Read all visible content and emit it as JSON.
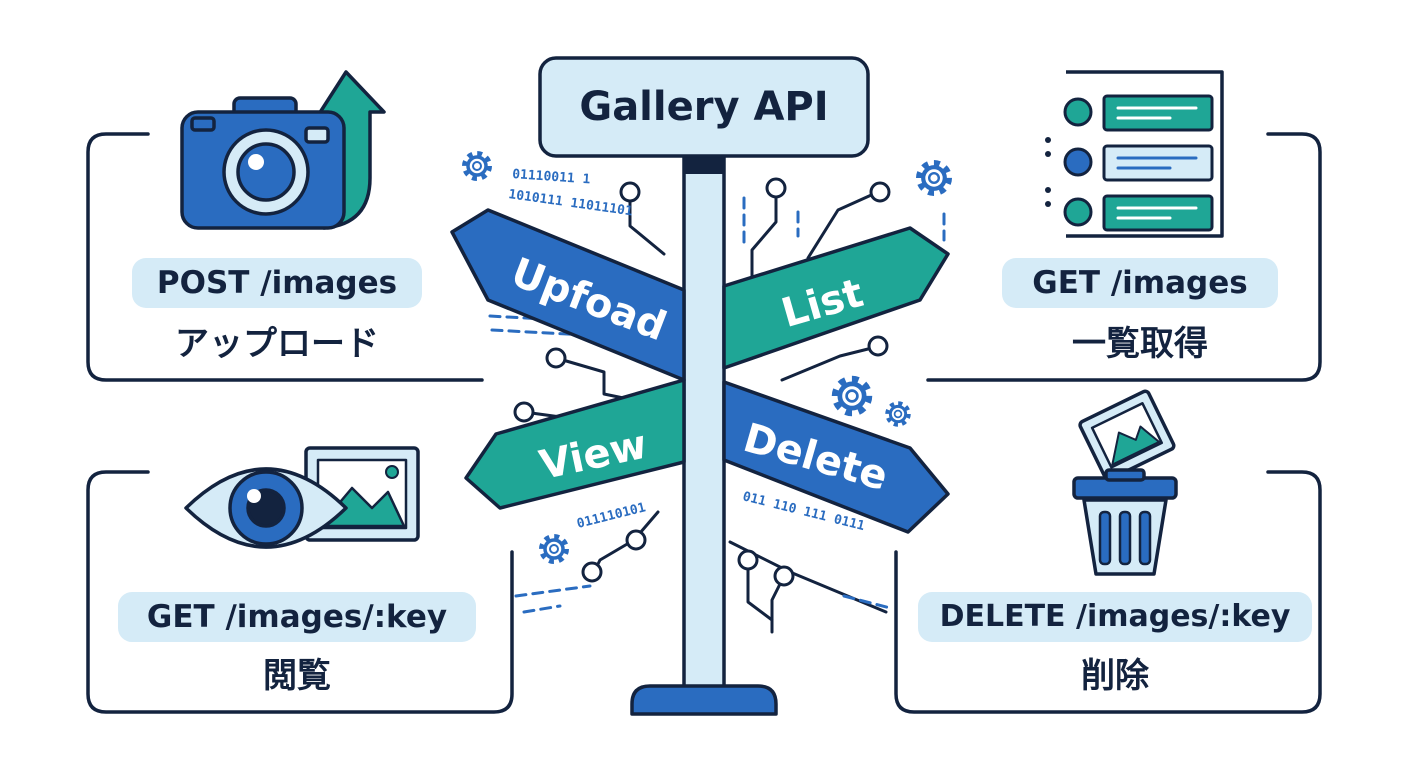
{
  "title": "Gallery API",
  "signs": {
    "upload": "Upfoad",
    "list": "List",
    "view": "View",
    "delete": "Delete"
  },
  "endpoints": {
    "upload": {
      "route": "POST /images",
      "label": "アップロード"
    },
    "list": {
      "route": "GET /images",
      "label": "一覧取得"
    },
    "view": {
      "route": "GET /images/:key",
      "label": "閲覧"
    },
    "delete": {
      "route": "DELETE /images/:key",
      "label": "削除"
    }
  },
  "binary": {
    "top_line1": "01110011 1",
    "top_line2": "1010111 11011101",
    "bottom_left": "011110101",
    "bottom_right": "011 110 111 0111"
  },
  "icons": {
    "upload": "camera-upload-icon",
    "list": "list-icon",
    "view": "eye-image-icon",
    "delete": "trash-icon",
    "gear": "gear-icon"
  },
  "colors": {
    "blue": "#2a6cc0",
    "teal": "#1fa696",
    "navy": "#13233f",
    "pill": "#d5ebf7"
  }
}
